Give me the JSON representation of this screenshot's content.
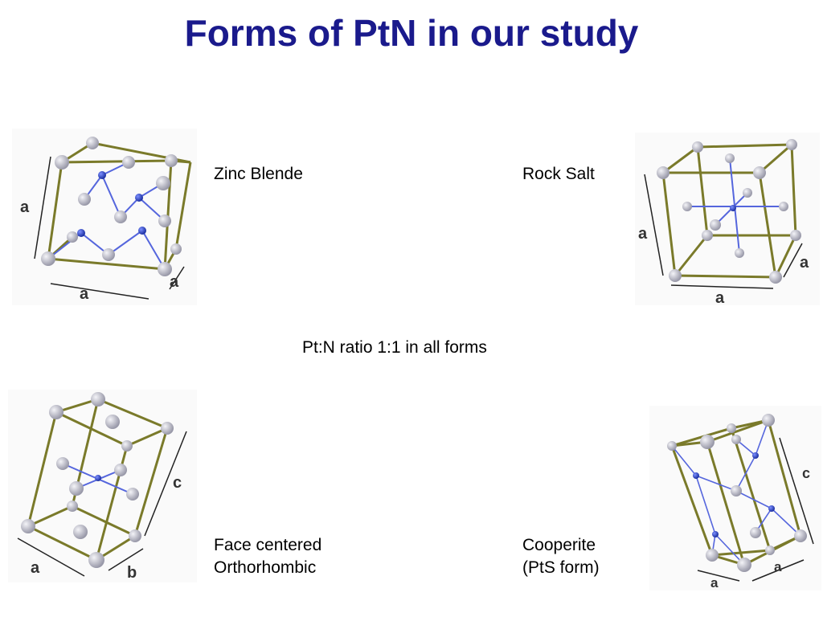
{
  "title": "Forms of PtN in our study",
  "labels": {
    "zinc_blende": "Zinc Blende",
    "rock_salt": "Rock Salt",
    "ratio_note": "Pt:N ratio 1:1 in all forms",
    "fc_line1": "Face centered",
    "fc_line2": "Orthorhombic",
    "coop_line1": "Cooperite",
    "coop_line2": "(PtS form)"
  },
  "axis_labels": {
    "zb_side": "a",
    "zb_bottom": "a",
    "zb_depth": "a",
    "rs_side": "a",
    "rs_bottom": "a",
    "rs_depth": "a",
    "fco_bottom": "a",
    "fco_depth": "b",
    "fco_side": "c",
    "coop_bottom": "a",
    "coop_depth": "a",
    "coop_side": "c"
  },
  "colors": {
    "title": "#1a1a8c",
    "cell_edge": "#7a7a2a",
    "pt_atom": "#c8c8d2",
    "n_atom": "#2a44cc",
    "bond": "#5566dd"
  }
}
